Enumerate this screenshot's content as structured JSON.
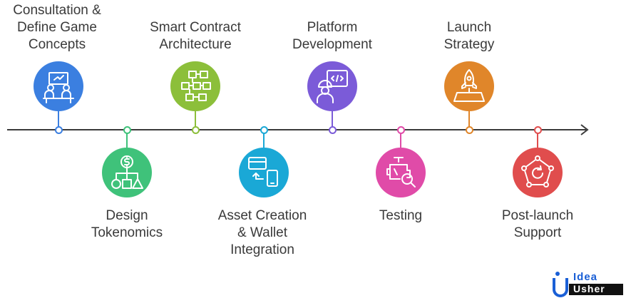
{
  "steps": [
    {
      "label": "Consultation & Define Game Concepts",
      "lines": [
        "Consultation &",
        "Define Game",
        "Concepts"
      ],
      "color": "#3b7fe0",
      "dot": "#3b7fe0",
      "icon": "meeting-icon"
    },
    {
      "label": "Design Tokenomics",
      "lines": [
        "Design",
        "Tokenomics"
      ],
      "color": "#3fc27a",
      "dot": "#3fc27a",
      "icon": "tokenomics-icon"
    },
    {
      "label": "Smart Contract Architecture",
      "lines": [
        "Smart Contract",
        "Architecture"
      ],
      "color": "#8cbf3a",
      "dot": "#8cbf3a",
      "icon": "flowchart-icon"
    },
    {
      "label": "Asset Creation & Wallet Integration",
      "lines": [
        "Asset Creation",
        "& Wallet",
        "Integration"
      ],
      "color": "#1aa8d6",
      "dot": "#1aa8d6",
      "icon": "wallet-transfer-icon"
    },
    {
      "label": "Platform Development",
      "lines": [
        "Platform",
        "Development"
      ],
      "color": "#7b5bd8",
      "dot": "#7b5bd8",
      "icon": "developer-icon"
    },
    {
      "label": "Testing",
      "lines": [
        "Testing"
      ],
      "color": "#e04ba8",
      "dot": "#e04ba8",
      "icon": "testing-icon"
    },
    {
      "label": "Launch Strategy",
      "lines": [
        "Launch",
        "Strategy"
      ],
      "color": "#e0862a",
      "dot": "#e0862a",
      "icon": "rocket-icon"
    },
    {
      "label": "Post-launch Support",
      "lines": [
        "Post-launch",
        "Support"
      ],
      "color": "#e04d4d",
      "dot": "#e04d4d",
      "icon": "support-icon"
    }
  ],
  "logo": {
    "line1": "Idea",
    "line2": "Usher",
    "brand_color": "#1a5fd6"
  },
  "timeline_color": "#3a3a3a"
}
